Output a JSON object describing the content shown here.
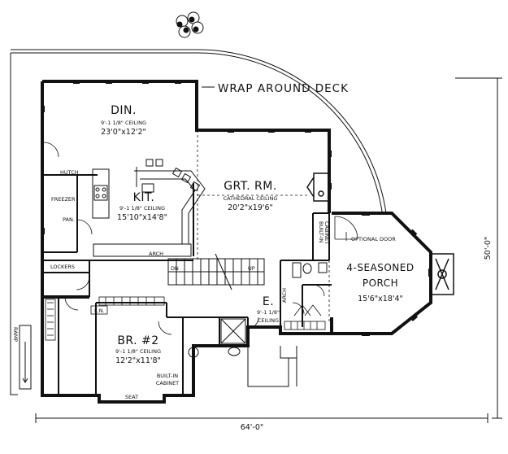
{
  "labels": {
    "deck": "WRAP AROUND DECK",
    "din": "DIN.",
    "din_ceiling": "9'-1 1/8\" CEILING",
    "din_dim": "23'0\"x12'2\"",
    "hutch": "HUTCH",
    "freezer": "FREEZER",
    "pan": "PAN.",
    "kit": "KIT.",
    "kit_ceiling": "9'-1 1/8\" CEILING",
    "kit_dim": "15'10\"x14'8\"",
    "grt": "GRT. RM.",
    "grt_ceiling": "CATHEDRAL CEILING",
    "grt_dim": "20'2\"x19'6\"",
    "lockers": "LOCKERS",
    "arch1": "ARCH",
    "dn": "DN",
    "up": "UP",
    "builtin1": "BUILT-IN",
    "cabinet1": "CABINET",
    "optional_door": "OPTIONAL DOOR",
    "porch1": "4-SEASONED",
    "porch2": "PORCH",
    "porch_dim": "15'6\"x18'4\"",
    "e": "E.",
    "e_ceiling1": "9'-1 1/8\"",
    "e_ceiling2": "CEILING",
    "arch2": "ARCH",
    "ln": "L.N.",
    "br": "BR. #2",
    "br_ceiling": "9'-1 1/8\" CEILING",
    "br_dim": "12'2\"x11'8\"",
    "builtin2": "BUILT-IN",
    "cabinet2": "CABINET",
    "seat": "SEAT",
    "ramp": "RAMP",
    "width": "64'-0\"",
    "depth": "50'-0\""
  }
}
